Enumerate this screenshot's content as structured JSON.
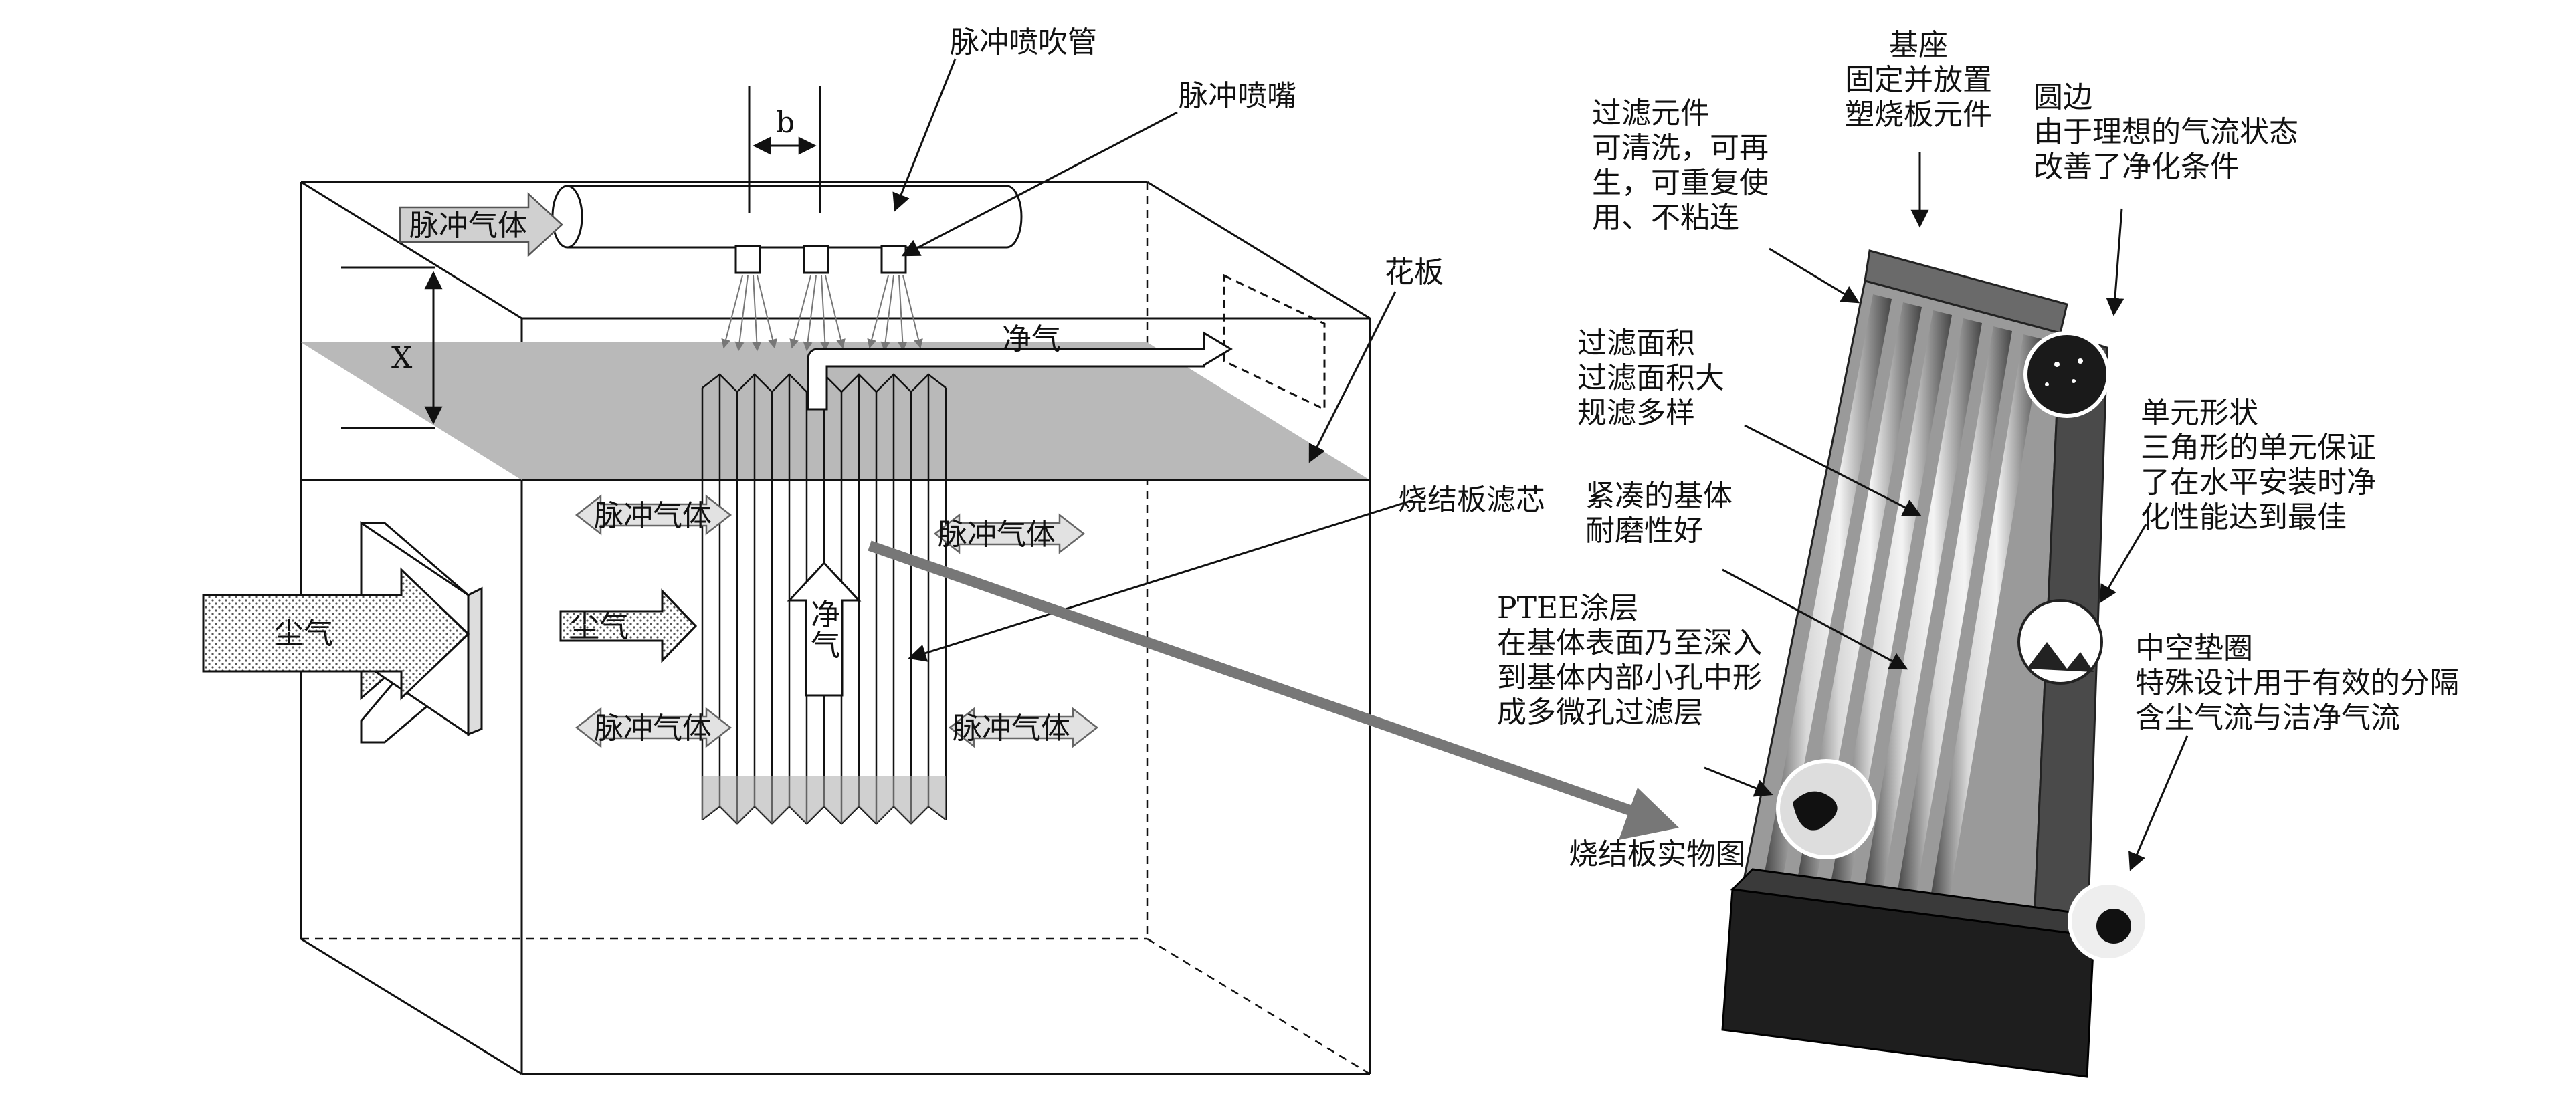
{
  "labels": {
    "pulse_pipe": "脉冲喷吹管",
    "nozzle": "脉冲喷嘴",
    "spacing_b": "b",
    "spacing_x": "X",
    "pulse_gas_top": "脉冲气体",
    "clean_gas_top": "净气",
    "tube_sheet": "花板",
    "filter_element_core": "烧结板滤芯",
    "dust_gas_outer": "尘气",
    "dust_gas_inner": "尘气",
    "pulse_gas_upper_left": "脉冲气体",
    "pulse_gas_upper_right": "脉冲气体",
    "pulse_gas_lower_left": "脉冲气体",
    "pulse_gas_lower_right": "脉冲气体",
    "clean_gas_center_1": "净",
    "clean_gas_center_2": "气",
    "photo_caption": "烧结板实物图"
  },
  "annotations": {
    "base": [
      "基座",
      "固定并放置",
      "塑烧板元件"
    ],
    "filter_element": [
      "过滤元件",
      "可清洗，可再",
      "生，可重复使",
      "用、不粘连"
    ],
    "rounded_edge": [
      "圆边",
      "由于理想的气流状态",
      "改善了净化条件"
    ],
    "filter_area": [
      "过滤面积",
      "过滤面积大",
      "规滤多样"
    ],
    "compact_body": [
      "紧凑的基体",
      "耐磨性好"
    ],
    "unit_shape": [
      "单元形状",
      "三角形的单元保证",
      "了在水平安装时净",
      "化性能达到最佳"
    ],
    "ptfe_coating": [
      "PTEE涂层",
      "在基体表面乃至深入",
      "到基体内部小孔中形",
      "成多微孔过滤层"
    ],
    "hollow_gasket": [
      "中空垫圈",
      "特殊设计用于有效的分隔",
      "含尘气流与洁净气流"
    ]
  }
}
